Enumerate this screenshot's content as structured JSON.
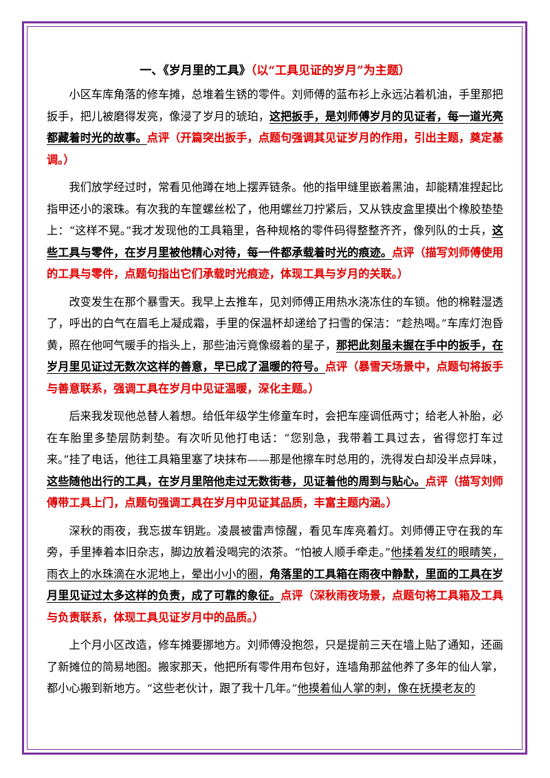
{
  "title": {
    "main": "一、《岁月里的工具》",
    "sub": "（以“工具见证的岁月”为主题）"
  },
  "paragraphs": [
    {
      "text": "小区车库角落的修车摊，总堆着生锈的零件。刘师傅的蓝布衫上永远沾着机油，手里那把扳手，把儿被磨得发亮，像浸了岁月的琥珀，",
      "key": "这把扳手，是刘师傅岁月的见证者，每一道光亮都藏着时光的故事。",
      "comment": "点评（开篇突出扳手，点题句强调其见证岁月的作用，引出主题，奠定基调。）"
    },
    {
      "text": "我们放学经过时，常看见他蹲在地上摆弄链条。他的指甲缝里嵌着黑油，却能精准捏起比指甲还小的滚珠。有次我的车筐螺丝松了，他用螺丝刀拧紧后，又从铁皮盒里摸出个橡胶垫垫上：“这样不晃。”我才发现他的工具箱里，各种规格的零件码得整整齐齐，像列队的士兵，",
      "key": "这些工具与零件，在岁月里被他精心对待，每一件都承载着时光的痕迹。",
      "comment": "点评（描写刘师傅使用的工具与零件，点题句指出它们承载时光痕迹，体现工具与岁月的关联。）"
    },
    {
      "text": "改变发生在那个暴雪天。我早上去推车，见刘师傅正用热水浇冻住的车锁。他的棉鞋湿透了，呼出的白气在眉毛上凝成霜，手里的保温杯却递给了扫雪的保洁：“趁热喝。”车库灯泡昏黄，照在他呵气暖手的指头上，那些油污竟像缀着的星子，",
      "key": "那把此刻虽未握在手中的扳手，在岁月里见证过无数次这样的善意，早已成了温暖的符号。",
      "comment": "点评（暴雪天场景中，点题句将扳手与善意联系，强调工具在岁月中见证温暖，深化主题。）"
    },
    {
      "text": "后来我发现他总替人着想。给低年级学生修童车时，会把车座调低两寸；给老人补胎，必在车胎里多垫层防刺垫。有次听见他打电话：“您别急，我带着工具过去，省得您打车过来。”挂了电话，他往工具箱里塞了块抹布——那是他擦车时总用的，洗得发白却没半点异味，",
      "key": "这些随他出行的工具，在岁月里陪他走过无数街巷，见证着他的周到与贴心。",
      "comment": "点评（描写刘师傅带工具上门，点题句强调工具在岁月中见证其品质，丰富主题内涵。）"
    },
    {
      "text": "深秋的雨夜，我忘拔车钥匙。凌晨被雷声惊醒，看见车库亮着灯。刘师傅正守在我的车旁，手里捧着本旧杂志，脚边放着没喝完的浓茶。“怕被人顺手牵走。”",
      "plain_ul": "他揉着发红的眼睛笑，雨衣上的水珠滴在水泥地上，晕出小小的圈，",
      "key": "角落里的工具箱在雨夜中静默，里面的工具在岁月里见证过太多这样的负责，成了可靠的象征。",
      "comment": "点评（深秋雨夜场景，点题句将工具箱及工具与负责联系，体现工具见证岁月中的品质。）"
    },
    {
      "text": "上个月小区改造，修车摊要挪地方。刘师傅没抱怨，只是提前三天在墙上贴了通知，还画了新摊位的简易地图。搬家那天，他把所有零件用布包好，连墙角那盆他养了多年的仙人掌，都小心搬到新地方。“这些老伙计，跟了我十几年。”",
      "plain_ul": "他摸着仙人掌的刺，像在抚摸老友的"
    }
  ]
}
